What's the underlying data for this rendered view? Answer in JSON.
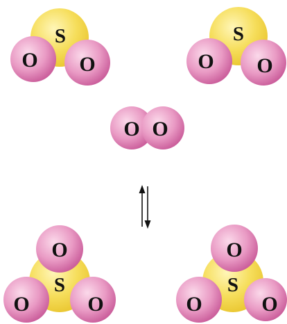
{
  "reaction": {
    "reactants": {
      "so2_left": {
        "sulfur_label": "S",
        "oxygen_labels": [
          "O",
          "O"
        ]
      },
      "so2_right": {
        "sulfur_label": "S",
        "oxygen_labels": [
          "O",
          "O"
        ]
      },
      "o2": {
        "oxygen_labels": [
          "O",
          "O"
        ]
      }
    },
    "products": {
      "so3_left": {
        "sulfur_label": "S",
        "oxygen_labels": [
          "O",
          "O",
          "O"
        ]
      },
      "so3_right": {
        "sulfur_label": "S",
        "oxygen_labels": [
          "O",
          "O",
          "O"
        ]
      }
    },
    "equilibrium_arrow": "equilibrium-arrows-icon"
  },
  "colors": {
    "sulfur": "#f2d64a",
    "sulfur_light": "#fff6b8",
    "oxygen": "#e27bb0",
    "oxygen_light": "#fbd9ea",
    "oxygen_dark": "#c65595",
    "label": "#111111",
    "background": "#ffffff"
  }
}
